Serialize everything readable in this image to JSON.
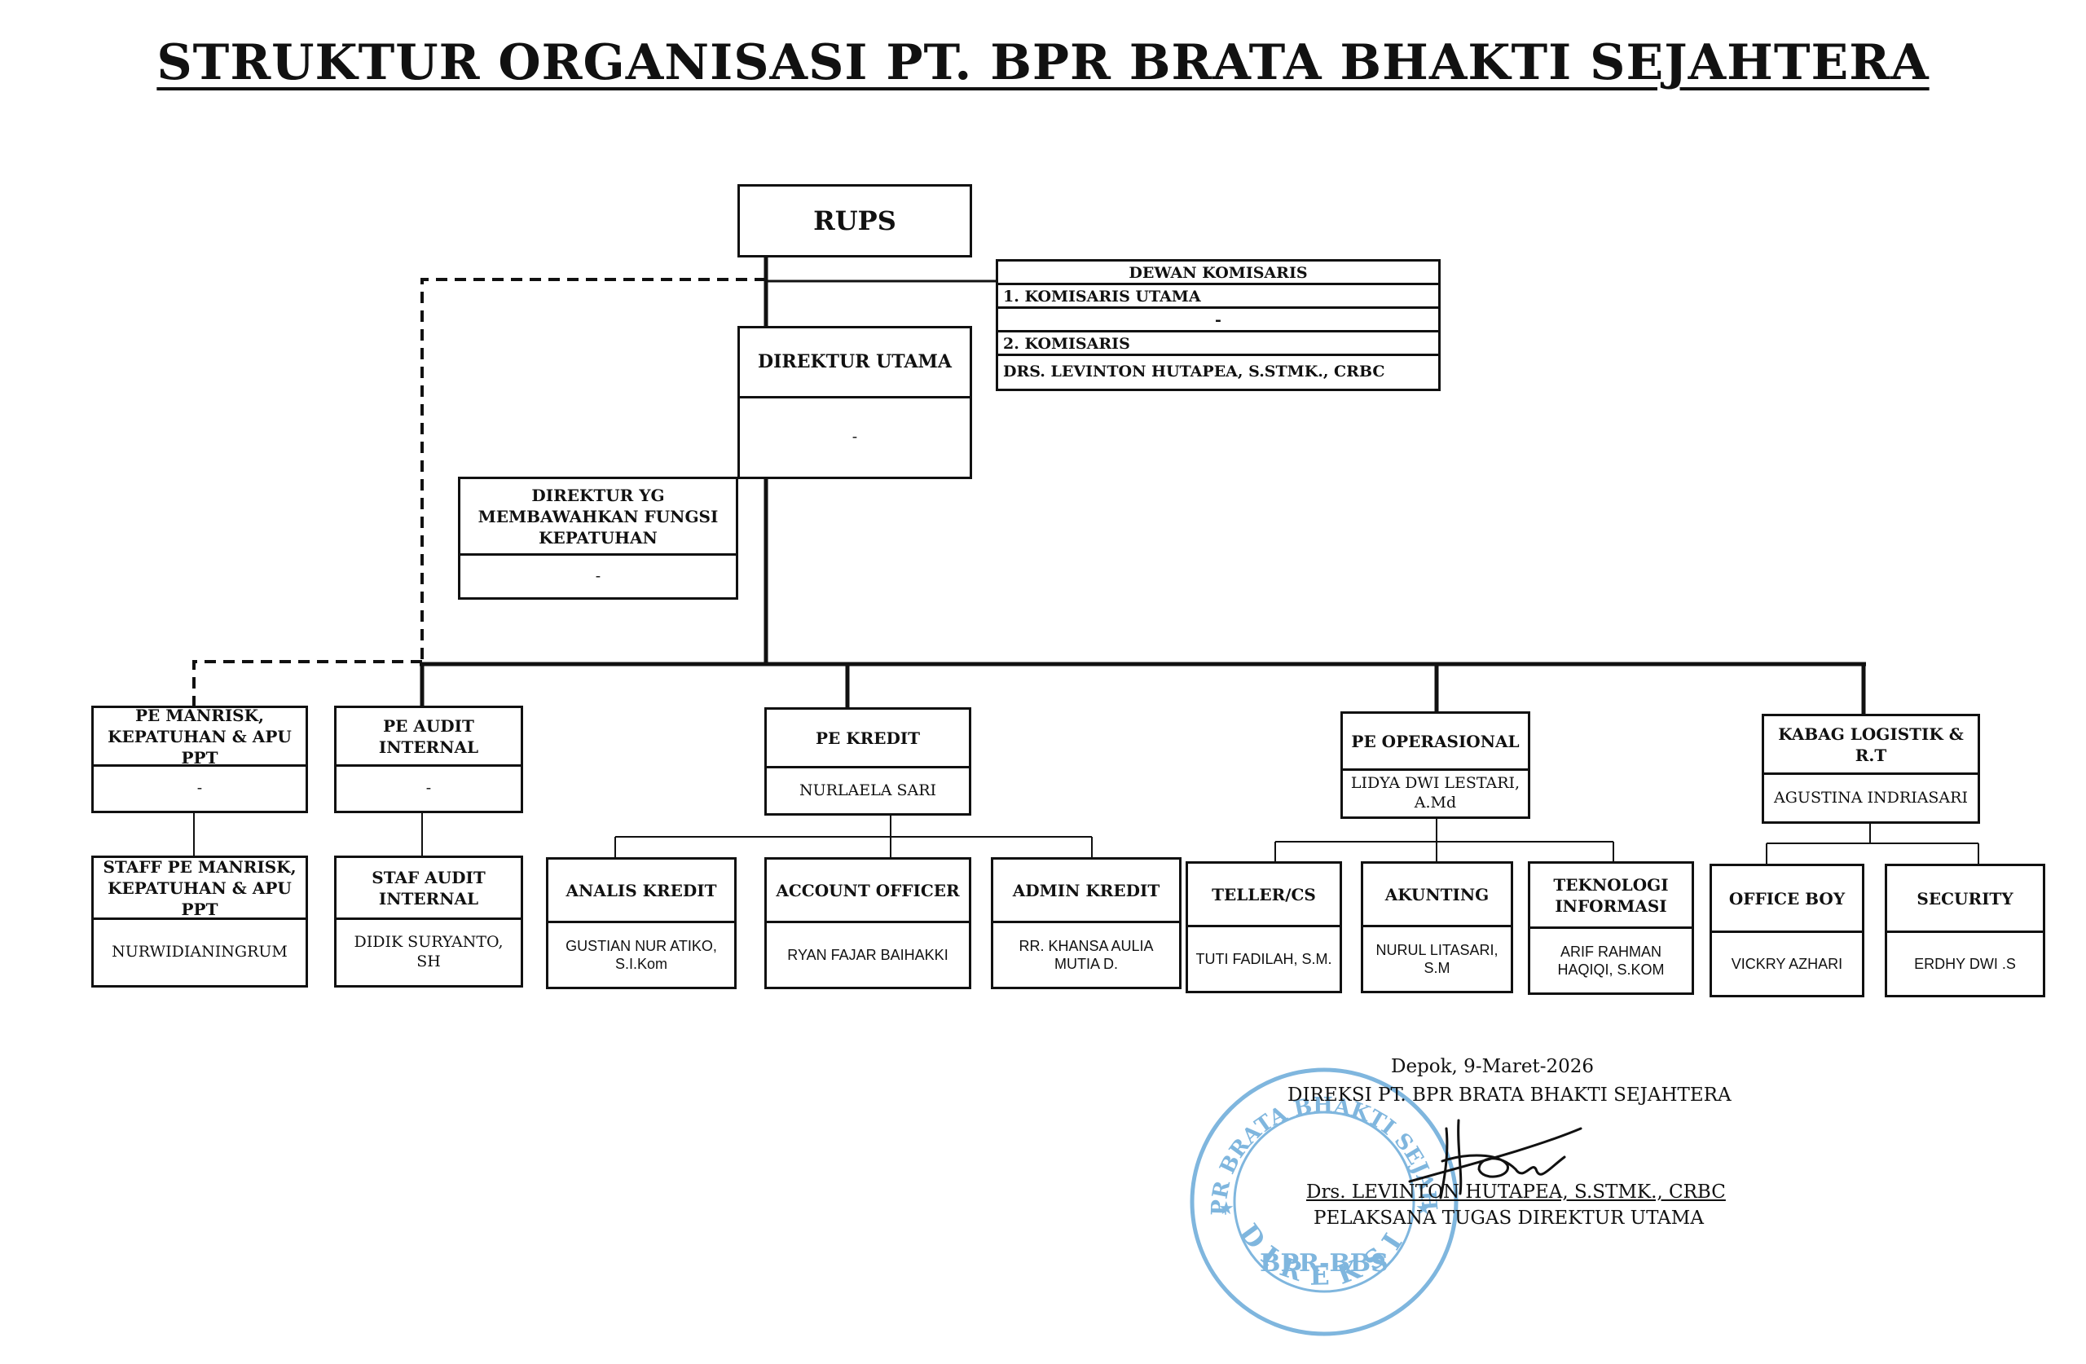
{
  "title": "STRUKTUR ORGANISASI PT. BPR BRATA BHAKTI SEJAHTERA",
  "rups": "RUPS",
  "dewan": {
    "header": "DEWAN KOMISARIS",
    "row1": "1. KOMISARIS UTAMA",
    "row2": "-",
    "row3": "2. KOMISARIS",
    "row4": "DRS. LEVINTON HUTAPEA, S.STMK., CRBC"
  },
  "direktur_utama": {
    "title": "DIREKTUR UTAMA",
    "name": "-"
  },
  "direktur_kepatuhan": {
    "title": "DIREKTUR  YG MEMBAWAHKAN FUNGSI KEPATUHAN",
    "name": "-"
  },
  "pe_manrisk": {
    "title": "PE MANRISK, KEPATUHAN & APU PPT",
    "name": "-"
  },
  "pe_audit": {
    "title": "PE AUDIT INTERNAL",
    "name": "-"
  },
  "pe_kredit": {
    "title": "PE KREDIT",
    "name": "NURLAELA SARI"
  },
  "pe_operasional": {
    "title": "PE OPERASIONAL",
    "name": "LIDYA DWI LESTARI, A.Md"
  },
  "kabag_logistik": {
    "title": "KABAG LOGISTIK & R.T",
    "name": "AGUSTINA INDRIASARI"
  },
  "staff_manrisk": {
    "title": "STAFF PE MANRISK, KEPATUHAN & APU PPT",
    "name": "NURWIDIANINGRUM"
  },
  "staf_audit": {
    "title": "STAF AUDIT INTERNAL",
    "name": "DIDIK SURYANTO, SH"
  },
  "analis_kredit": {
    "title": "ANALIS KREDIT",
    "name": "GUSTIAN NUR ATIKO, S.I.Kom"
  },
  "account_officer": {
    "title": "ACCOUNT OFFICER",
    "name": "RYAN FAJAR BAIHAKKI"
  },
  "admin_kredit": {
    "title": "ADMIN KREDIT",
    "name": "RR. KHANSA AULIA MUTIA D."
  },
  "teller": {
    "title": "TELLER/CS",
    "name": "TUTI FADILAH, S.M."
  },
  "akunting": {
    "title": "AKUNTING",
    "name": "NURUL LITASARI, S.M"
  },
  "ti": {
    "title": "TEKNOLOGI INFORMASI",
    "name": "ARIF RAHMAN HAQIQI, S.KOM"
  },
  "office_boy": {
    "title": "OFFICE BOY",
    "name": "VICKRY AZHARI"
  },
  "security": {
    "title": "SECURITY",
    "name": "ERDHY DWI .S"
  },
  "signature": {
    "place_date": "Depok,  9-Maret-2026",
    "org": "DIREKSI PT. BPR BRATA BHAKTI SEJAHTERA",
    "name": "Drs. LEVINTON HUTAPEA, S.STMK., CRBC",
    "role": "PELAKSANA TUGAS DIREKTUR UTAMA"
  },
  "stamp": {
    "top": "PT. BPR BRATA BHAKTI SEJAHTERA",
    "center": "BPR-BBS",
    "bottom": "DIREKSI"
  },
  "colors": {
    "ink": "#111111",
    "stamp": "#7fb6de"
  }
}
